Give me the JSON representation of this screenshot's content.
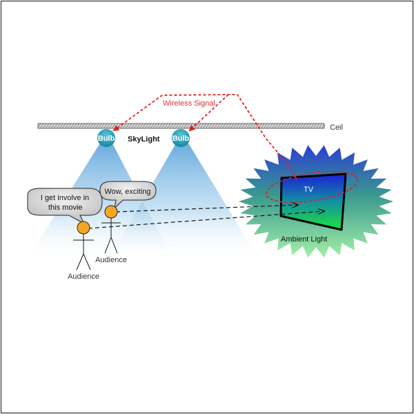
{
  "labels": {
    "wireless_signal": "Wireless Signal",
    "ceil": "Ceil",
    "skylight": "SkyLight",
    "bulb_left": "Bulb",
    "bulb_right": "Bulb",
    "tv": "TV",
    "ambient_light": "Ambient Light",
    "audience_left": "Audience",
    "audience_right": "Audience"
  },
  "speech": {
    "left_line1": "I get involve in",
    "left_line2": "this movie",
    "right": "Wow, exciting"
  },
  "colors": {
    "signal": "#e02020",
    "bulb": "#1e9bb4",
    "beam": "#8fc6e8",
    "head": "#f6a623",
    "tv_top": "#1d2bd6",
    "tv_bottom": "#1ad24c",
    "burst_top": "#2b3fd3",
    "burst_bottom": "#8ee890"
  }
}
